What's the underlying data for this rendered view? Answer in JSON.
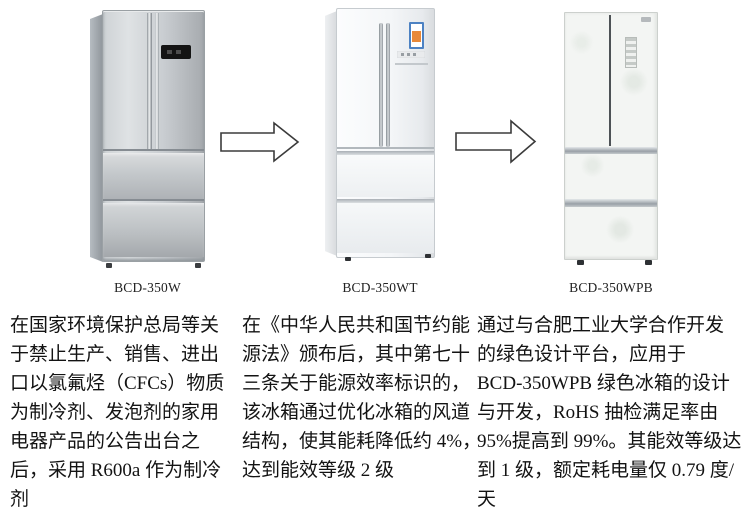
{
  "figure": {
    "stages": [
      {
        "model": "BCD-350W",
        "fridge_style": "silver-french-door-refrigerator",
        "lines": [
          "在国家环境保护总局等关",
          "于禁止生产、销售、进出",
          "口以氯氟烃（CFCs）物质",
          "为制冷剂、发泡剂的家用",
          "电器产品的公告出台之",
          "后，采用 R600a 作为制冷",
          "剂"
        ]
      },
      {
        "model": "BCD-350WT",
        "fridge_style": "white-french-door-refrigerator-with-energy-label",
        "lines": [
          "在《中华人民共和国节约能",
          "源法》颁布后，其中第七十",
          "三条关于能源效率标识的，",
          "该冰箱通过优化冰箱的风道",
          "结构，使其能耗降低约 4%，",
          "达到能效等级 2 级"
        ]
      },
      {
        "model": "BCD-350WPB",
        "fridge_style": "white-patterned-french-door-refrigerator",
        "lines": [
          "通过与合肥工业大学合作开发",
          "的绿色设计平台，应用于",
          "BCD-350WPB 绿色冰箱的设计",
          "与开发，RoHS 抽检满足率由",
          "95%提高到 99%。其能效等级达",
          "到 1 级，额定耗电量仅 0.79 度/",
          "天"
        ]
      }
    ],
    "arrow_icon": "right-block-arrow",
    "colors": {
      "background": "#ffffff",
      "text": "#131313",
      "arrow_fill": "#ffffff",
      "arrow_outline": "#3b3b3b",
      "fridge1_silver": "#c9cdd1",
      "fridge2_white": "#f4f6f8",
      "fridge3_white": "#f3f5f3",
      "energy_label_blue": "#4d82c3",
      "energy_label_orange": "#e8893a",
      "display_black": "#141414",
      "trim_silver": "#99a0a7"
    }
  }
}
